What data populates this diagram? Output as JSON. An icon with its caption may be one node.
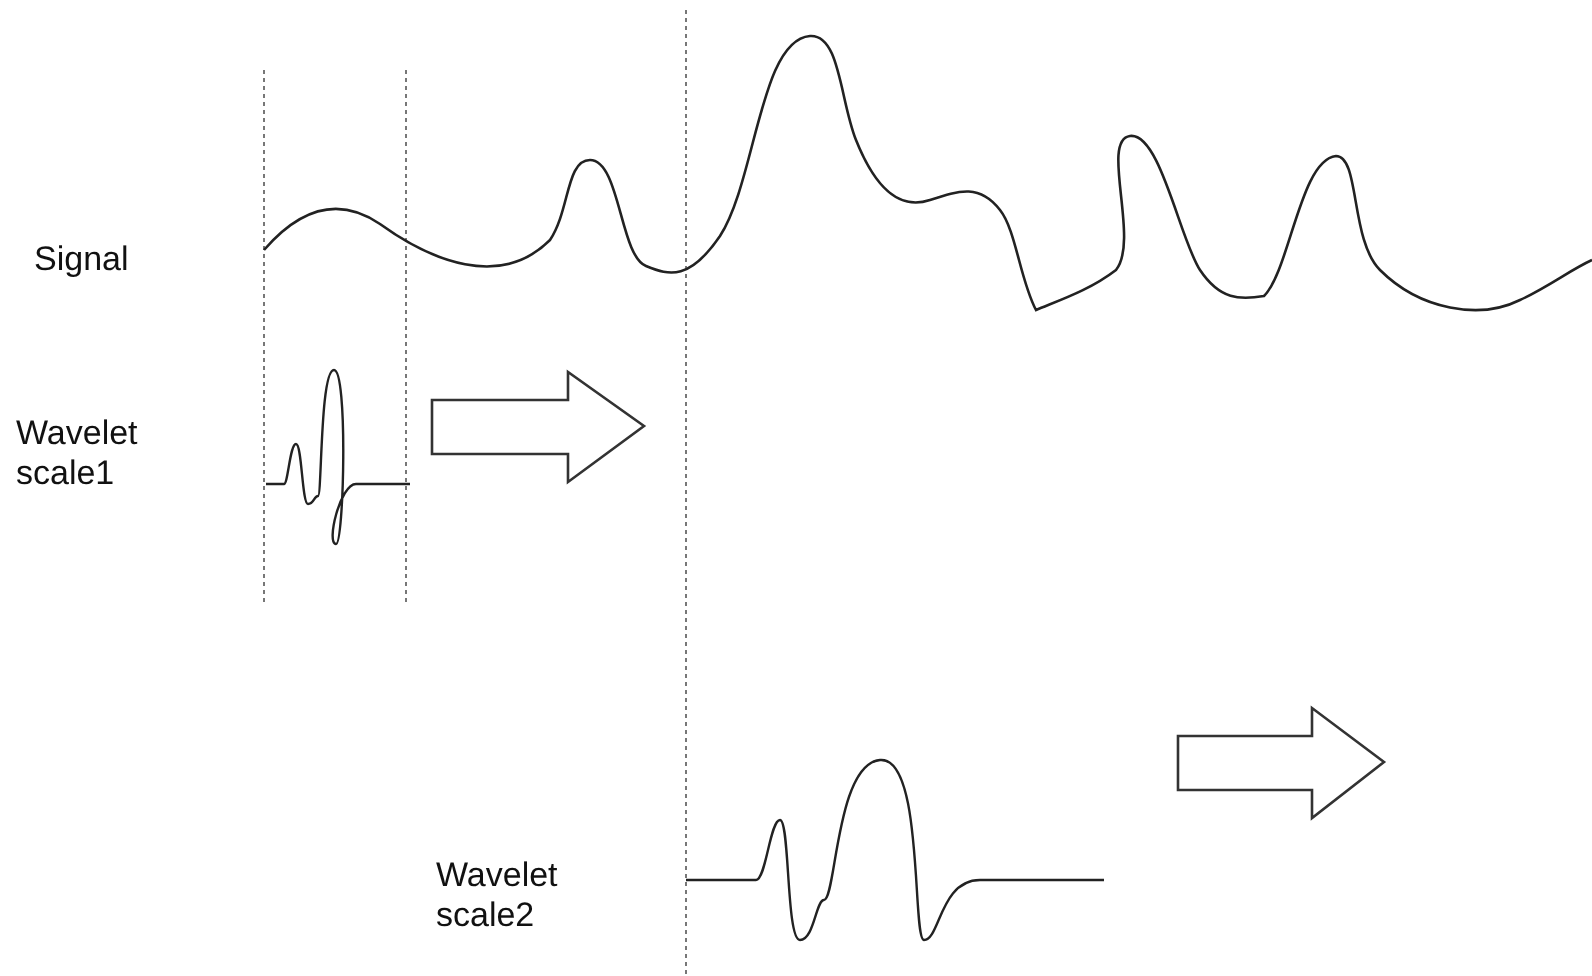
{
  "diagram": {
    "labels": [
      "Signal",
      "Wavelet scale1",
      "Wavelet scale2"
    ]
  }
}
